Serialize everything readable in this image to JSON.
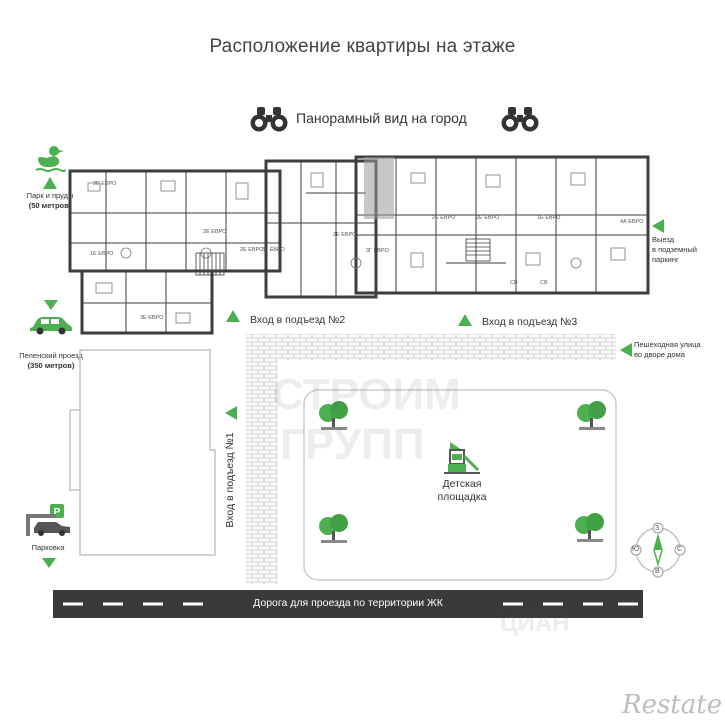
{
  "title": "Расположение квартиры на этаже",
  "panorama_label": "Панорамный вид на город",
  "park": {
    "line1": "Парк и пруды",
    "line2": "(50 метров)"
  },
  "exit": {
    "line1": "Выезд",
    "line2": "в подземный",
    "line3": "паркинг"
  },
  "road_side": {
    "line1": "Пеленский проезд",
    "line2": "(350 метров)"
  },
  "pedestrian": {
    "line1": "Пешеходная улица",
    "line2": "во дворе дома"
  },
  "entrance_1": "Вход в подъезд №1",
  "entrance_2": "Вход в подъезд №2",
  "entrance_3": "Вход в подъезд №3",
  "playground": {
    "line1": "Детская",
    "line2": "площадка"
  },
  "parking_label": "Парковка",
  "road_label": "Дорога для проезда по территории ЖК",
  "compass": {
    "n": "З",
    "w": "Ю",
    "e": "С",
    "s": "В"
  },
  "unit_labels": [
    "2Е ЕВРО",
    "2Е ЕВРО",
    "1Е ЕВРО",
    "3Е ЕВРО",
    "2Е ЕВРО",
    "3Г ЕВРО",
    "2Е ЕВРО",
    "3Г ЕВРО",
    "2Е ЕВРО",
    "2Е ЕВРО",
    "1Е ЕВРО",
    "4А ЕВРО",
    "СВ",
    "СВ"
  ],
  "watermark": {
    "line1": "СТРОИМ",
    "line2": "ГРУПП"
  },
  "brand_mark": "Restate",
  "source_mark": "ЦИАН",
  "colors": {
    "accent_green": "#4caf50",
    "wall": "#3d3d3d",
    "road": "#3a3a3a",
    "brick": "#cccccc"
  }
}
